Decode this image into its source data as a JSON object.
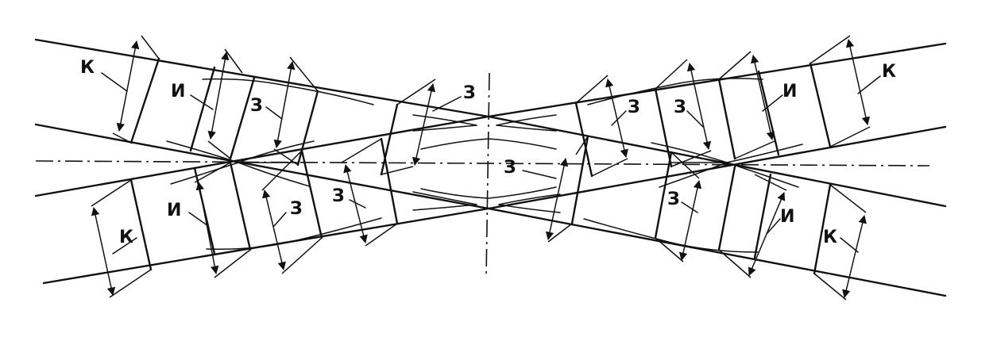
{
  "labels": {
    "k": "К",
    "i": "И",
    "z": "З"
  }
}
